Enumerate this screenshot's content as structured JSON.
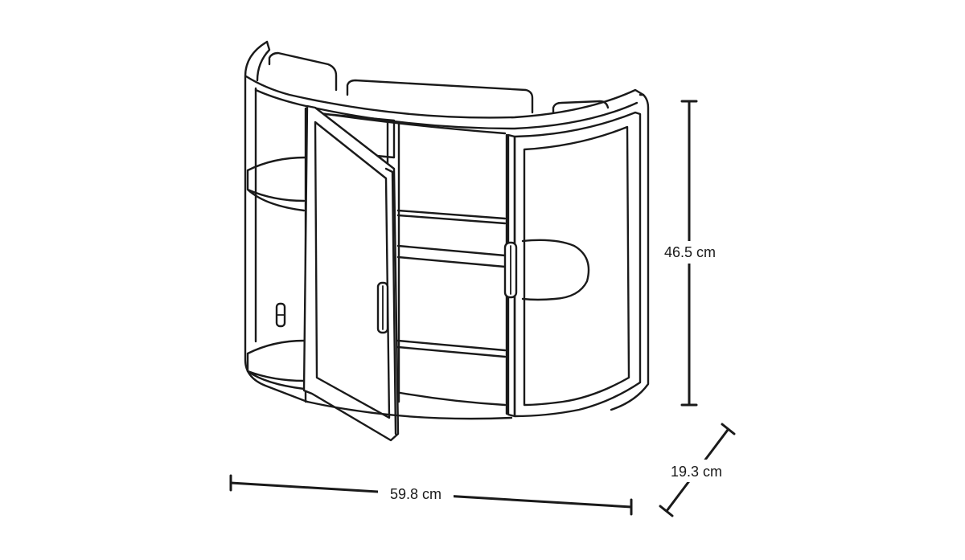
{
  "diagram": {
    "subject_icon": "wall-cabinet-line-drawing",
    "dimensions": {
      "height": "46.5 cm",
      "width": "59.8 cm",
      "depth": "19.3 cm"
    },
    "colors": {
      "ink": "#1a1a1a",
      "background": "#ffffff"
    }
  }
}
